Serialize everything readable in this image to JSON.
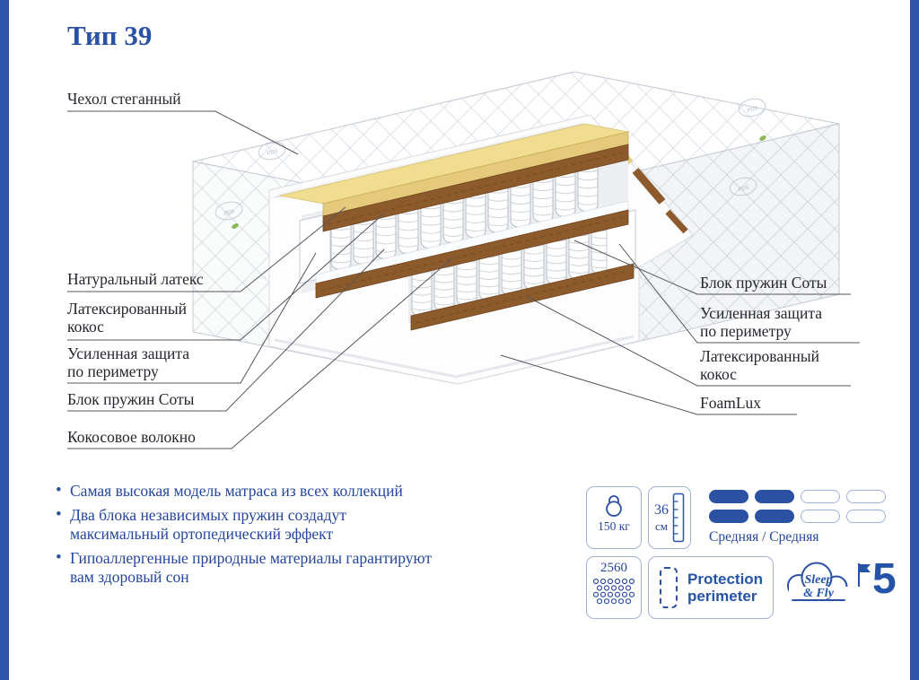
{
  "page": {
    "title": "Тип 39"
  },
  "diagram": {
    "fabric_logo": "eos",
    "labels_left": [
      {
        "text": "Чехол стеганный"
      },
      {
        "text": "Натуральный латекс"
      },
      {
        "text": "Латексированный\nкокос"
      },
      {
        "text": "Усиленная защита\nпо периметру"
      },
      {
        "text": "Блок пружин Соты"
      },
      {
        "text": "Кокосовое волокно"
      }
    ],
    "labels_right": [
      {
        "text": "Блок пружин Соты"
      },
      {
        "text": "Усиленная защита\nпо периметру"
      },
      {
        "text": "Латексированный\nкокос"
      },
      {
        "text": "FoamLux"
      }
    ]
  },
  "features": {
    "items": [
      "Самая высокая модель матраса из всех коллекций",
      "Два блока независимых пружин создадут\nмаксимальный ортопедический эффект",
      "Гипоаллергенные природные материалы гарантируют\nвам здоровый сон"
    ]
  },
  "specs": {
    "max_weight": "150 кг",
    "height_value": "36",
    "height_unit": "см",
    "firmness": {
      "filled": 2,
      "total": 4,
      "rows": 2,
      "label": "Средняя / Средняя"
    },
    "springs_count": "2560",
    "protection_line1": "Protection",
    "protection_line2": "perimeter",
    "brand_line1": "Sleep",
    "brand_line2": "& Fly",
    "warranty_years": "5"
  }
}
